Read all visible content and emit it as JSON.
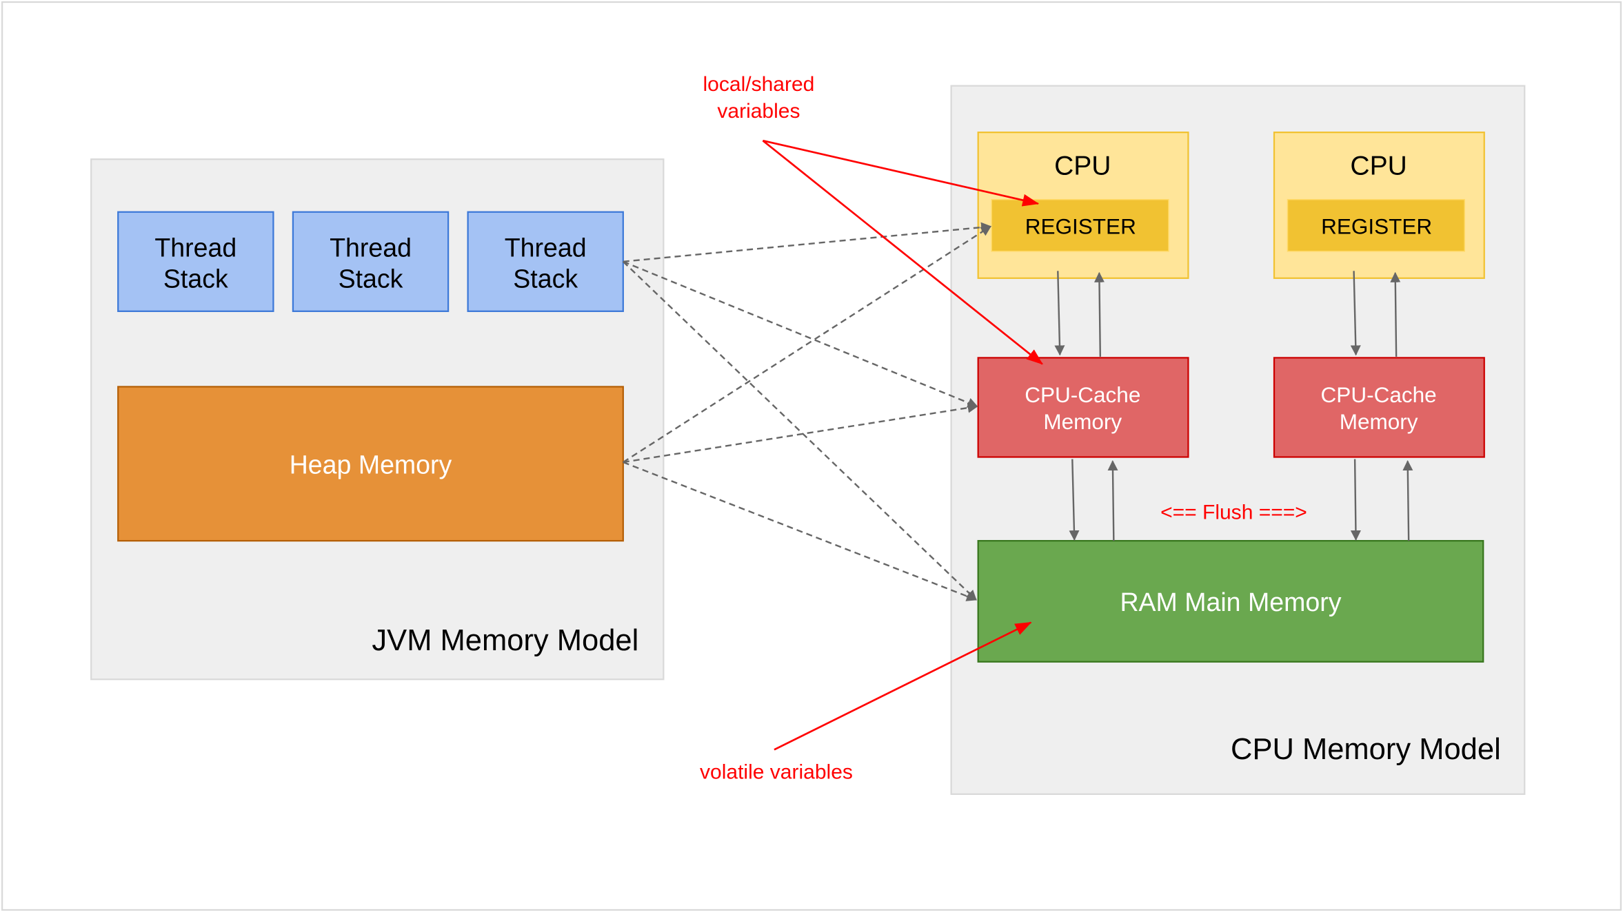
{
  "jvm_model": {
    "title": "JVM Memory Model",
    "thread_stacks": [
      {
        "line1": "Thread",
        "line2": "Stack"
      },
      {
        "line1": "Thread",
        "line2": "Stack"
      },
      {
        "line1": "Thread",
        "line2": "Stack"
      }
    ],
    "heap": "Heap Memory"
  },
  "cpu_model": {
    "title": "CPU Memory Model",
    "cpus": [
      {
        "label": "CPU",
        "register": "REGISTER",
        "cache_line1": "CPU-Cache",
        "cache_line2": "Memory"
      },
      {
        "label": "CPU",
        "register": "REGISTER",
        "cache_line1": "CPU-Cache",
        "cache_line2": "Memory"
      }
    ],
    "ram": "RAM Main Memory",
    "flush": "<== Flush ===>"
  },
  "annotations": {
    "local_shared_line1": "local/shared",
    "local_shared_line2": "variables",
    "volatile": "volatile variables"
  },
  "colors": {
    "thread_stack": "#a4c2f4",
    "heap": "#e69138",
    "cpu": "#ffe599",
    "register": "#f1c232",
    "cache": "#e06666",
    "ram": "#6aa84f",
    "annotation": "#ff0000",
    "panel": "#efefef"
  }
}
